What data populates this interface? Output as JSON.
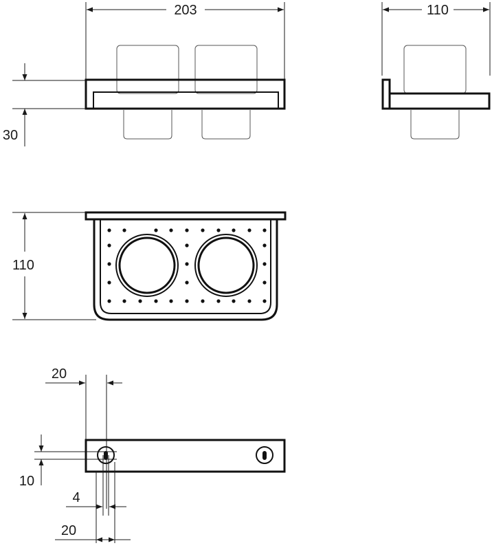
{
  "dimensions": {
    "front_width": "203",
    "side_width": "110",
    "front_height": "30",
    "plan_depth": "110",
    "bottom_offset_top": "20",
    "bottom_height": "10",
    "bottom_hole": "4",
    "bottom_offset_bottom": "20"
  },
  "colors": {
    "line": "#111111",
    "background": "#ffffff"
  }
}
